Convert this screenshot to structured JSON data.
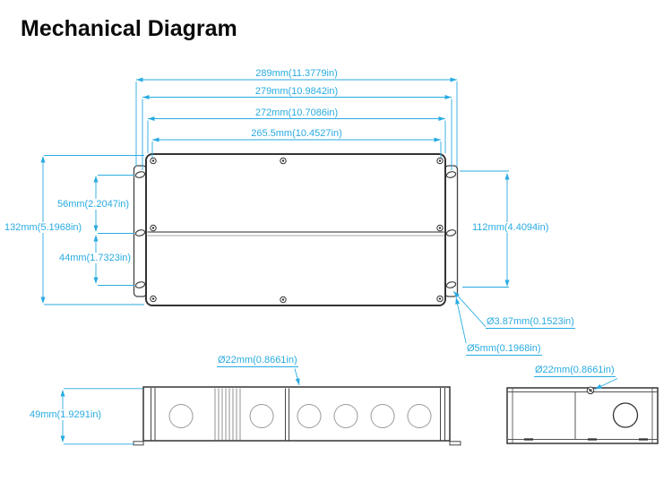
{
  "title": "Mechanical Diagram",
  "colors": {
    "dimension_accent": "#29abe2",
    "drawing_line": "#333333"
  },
  "dims": {
    "width_overall": "289mm(11.3779in)",
    "width_slot_centers": "279mm(10.9842in)",
    "width_panel": "272mm(10.7086in)",
    "width_screw_centers": "265.5mm(10.4527in)",
    "height_overall": "132mm(5.1968in)",
    "slot_gap_upper": "56mm(2.2047in)",
    "slot_gap_lower": "44mm(1.7323in)",
    "height_slot_centers": "112mm(4.4094in)",
    "hole_small": "Ø3.87mm(0.1523in)",
    "hole_slot": "Ø5mm(0.1968in)",
    "knockout_side": "Ø22mm(0.8661in)",
    "knockout_end": "Ø22mm(0.8661in)",
    "depth": "49mm(1.9291in)"
  }
}
